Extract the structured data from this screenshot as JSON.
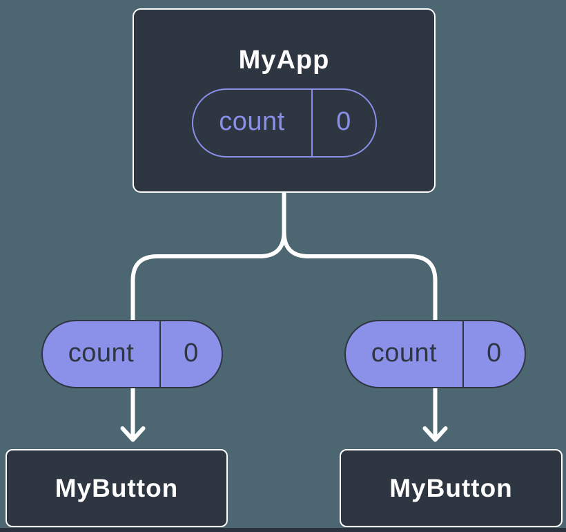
{
  "colors": {
    "background": "#4C6772",
    "card": "#2E3642",
    "card_border": "#FFFFFF",
    "connector": "#FFFFFF",
    "pill_fill": "#8B90E8",
    "pill_outline": "#8A90E9",
    "pill_text_dark": "#2E3642",
    "bottom_strip": "#2B323D",
    "title_text": "#FFFFFF"
  },
  "tree": {
    "root": {
      "label": "MyApp",
      "prop": {
        "name": "count",
        "value": "0"
      }
    },
    "children": [
      {
        "label": "MyButton",
        "prop": {
          "name": "count",
          "value": "0"
        }
      },
      {
        "label": "MyButton",
        "prop": {
          "name": "count",
          "value": "0"
        }
      }
    ]
  }
}
